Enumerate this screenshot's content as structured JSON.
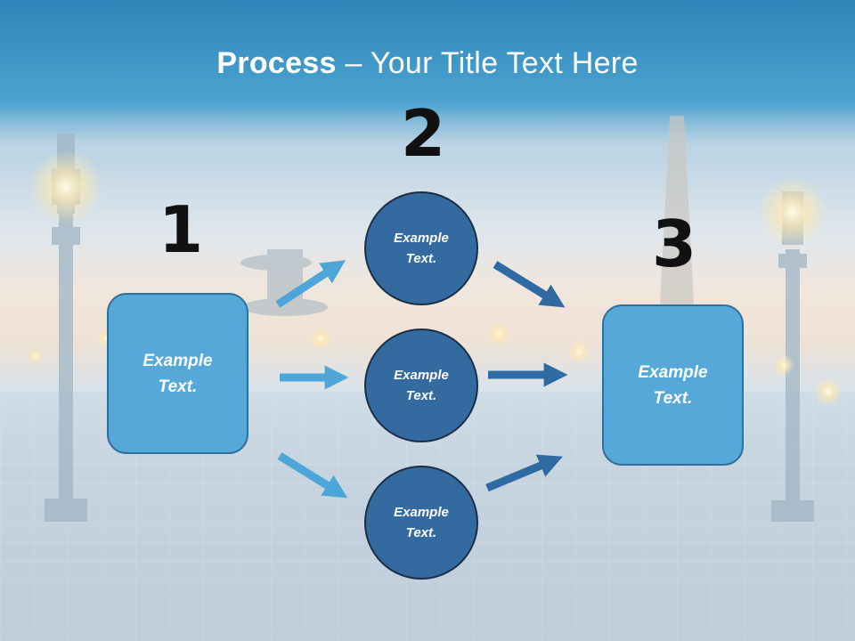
{
  "title": {
    "bold": "Process",
    "rest": " – Your Title Text Here"
  },
  "steps": [
    {
      "number": "1",
      "box_text": "Example Text."
    },
    {
      "number": "2",
      "circles": [
        "Example Text.",
        "Example Text.",
        "Example Text."
      ]
    },
    {
      "number": "3",
      "box_text": "Example Text."
    }
  ],
  "colors": {
    "title_band": "#3a8fc0",
    "box_fill": "#56a8d8",
    "circle_fill": "#336aa0",
    "arrow_light": "#4ea6d8",
    "arrow_dark": "#2f6aa3"
  }
}
